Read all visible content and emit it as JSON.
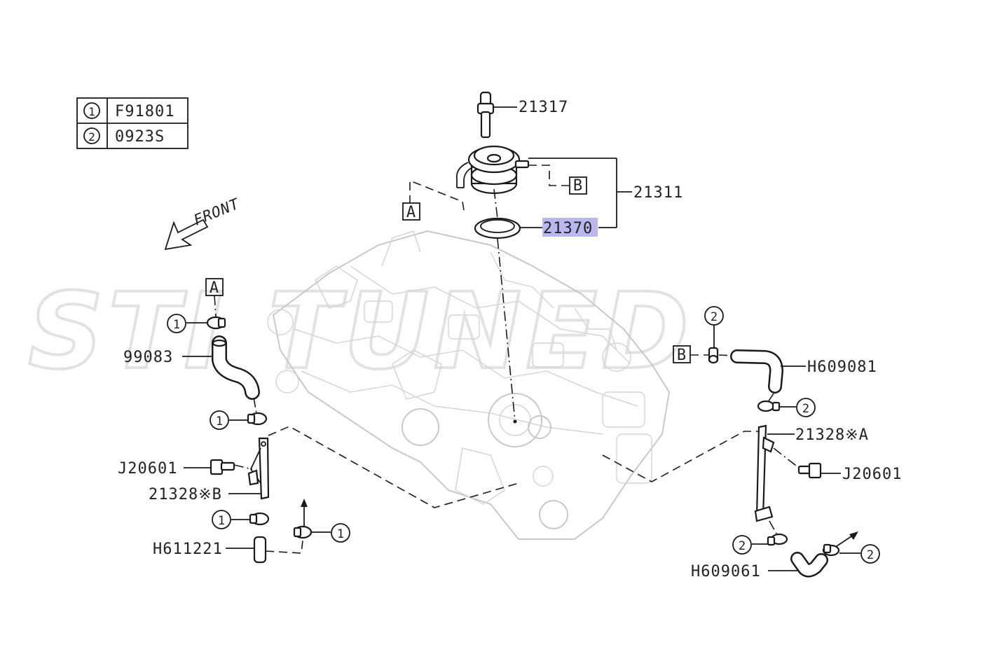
{
  "legend": [
    {
      "num": "1",
      "code": "F91801"
    },
    {
      "num": "2",
      "code": "0923S"
    }
  ],
  "front_label": "FRONT",
  "watermark": "STI TUNED",
  "ref_a": "A",
  "ref_b": "B",
  "parts": {
    "p21317": "21317",
    "p21311": "21311",
    "p21370": "21370",
    "p99083": "99083",
    "pJ20601_left": "J20601",
    "p21328B": "21328※B",
    "pH611221": "H611221",
    "pH609081": "H609081",
    "p21328A": "21328※A",
    "pJ20601_right": "J20601",
    "pH609061": "H609061"
  },
  "callouts": {
    "one": "1",
    "two": "2"
  }
}
